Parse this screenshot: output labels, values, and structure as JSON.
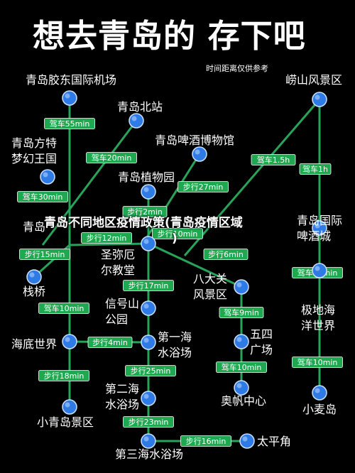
{
  "title": "想去青岛的 存下吧",
  "subtitle": "时间距离仅供参考",
  "overlay": {
    "line1": "青岛不同地区疫情政策(青岛疫情区域",
    "line2": ")"
  },
  "colors": {
    "background": "#000000",
    "line": "#27a35a",
    "label_bg": "#1fa84f",
    "station_fill": "#2f7be6",
    "station_stroke": "#cfe0ff",
    "text": "#ffffff"
  },
  "stations": [
    {
      "id": "airport",
      "lines": [
        "青岛胶东国际机场"
      ]
    },
    {
      "id": "north_station",
      "lines": [
        "青岛北站"
      ]
    },
    {
      "id": "fantawild",
      "lines": [
        "青岛方特",
        "梦幻王国"
      ]
    },
    {
      "id": "beer_museum",
      "lines": [
        "青岛啤酒博物馆"
      ]
    },
    {
      "id": "laoshan",
      "lines": [
        "崂山风景区"
      ]
    },
    {
      "id": "botanical",
      "lines": [
        "青岛植物园"
      ]
    },
    {
      "id": "beer_city",
      "lines": [
        "青岛国际",
        "啤酒城"
      ]
    },
    {
      "id": "old_town",
      "lines": [
        "青岛"
      ]
    },
    {
      "id": "st_michael",
      "lines": [
        "圣弥厄",
        "尔教堂"
      ]
    },
    {
      "id": "zhanqiao",
      "lines": [
        "栈桥"
      ]
    },
    {
      "id": "badaguan",
      "lines": [
        "八大关",
        "风景区"
      ]
    },
    {
      "id": "polar",
      "lines": [
        "极地海",
        "洋世界"
      ]
    },
    {
      "id": "xinhaoshan",
      "lines": [
        "信号山",
        "公园"
      ]
    },
    {
      "id": "underwater",
      "lines": [
        "海底世界"
      ]
    },
    {
      "id": "beach1",
      "lines": [
        "第一海",
        "水浴场"
      ]
    },
    {
      "id": "may4",
      "lines": [
        "五四",
        "广场"
      ]
    },
    {
      "id": "beach2",
      "lines": [
        "第二海",
        "水浴场"
      ]
    },
    {
      "id": "olympic",
      "lines": [
        "奥帆中心"
      ]
    },
    {
      "id": "xiaomai",
      "lines": [
        "小麦岛"
      ]
    },
    {
      "id": "little_qingdao",
      "lines": [
        "小青岛景区"
      ]
    },
    {
      "id": "beach3",
      "lines": [
        "第三海水浴场"
      ]
    },
    {
      "id": "taipingjiao",
      "lines": [
        "太平角"
      ]
    }
  ],
  "routes": [
    {
      "label": "驾车55min"
    },
    {
      "label": "驾车20min"
    },
    {
      "label": "驾车30min"
    },
    {
      "label": "驾车1.5h"
    },
    {
      "label": "驾车1h"
    },
    {
      "label": "步行27min"
    },
    {
      "label": "步行2min"
    },
    {
      "label": "步行15min"
    },
    {
      "label": "步行12min"
    },
    {
      "label": "步行10min"
    },
    {
      "label": "步行6min"
    },
    {
      "label": "步行17min"
    },
    {
      "label": "驾车10min"
    },
    {
      "label": "驾车9min"
    },
    {
      "label": "驾车10min"
    },
    {
      "label": "步行4min"
    },
    {
      "label": "步行25min"
    },
    {
      "label": "步行18min"
    },
    {
      "label": "驾车10min"
    },
    {
      "label": "驾车10min"
    },
    {
      "label": "步行23min"
    },
    {
      "label": "步行16min"
    }
  ]
}
